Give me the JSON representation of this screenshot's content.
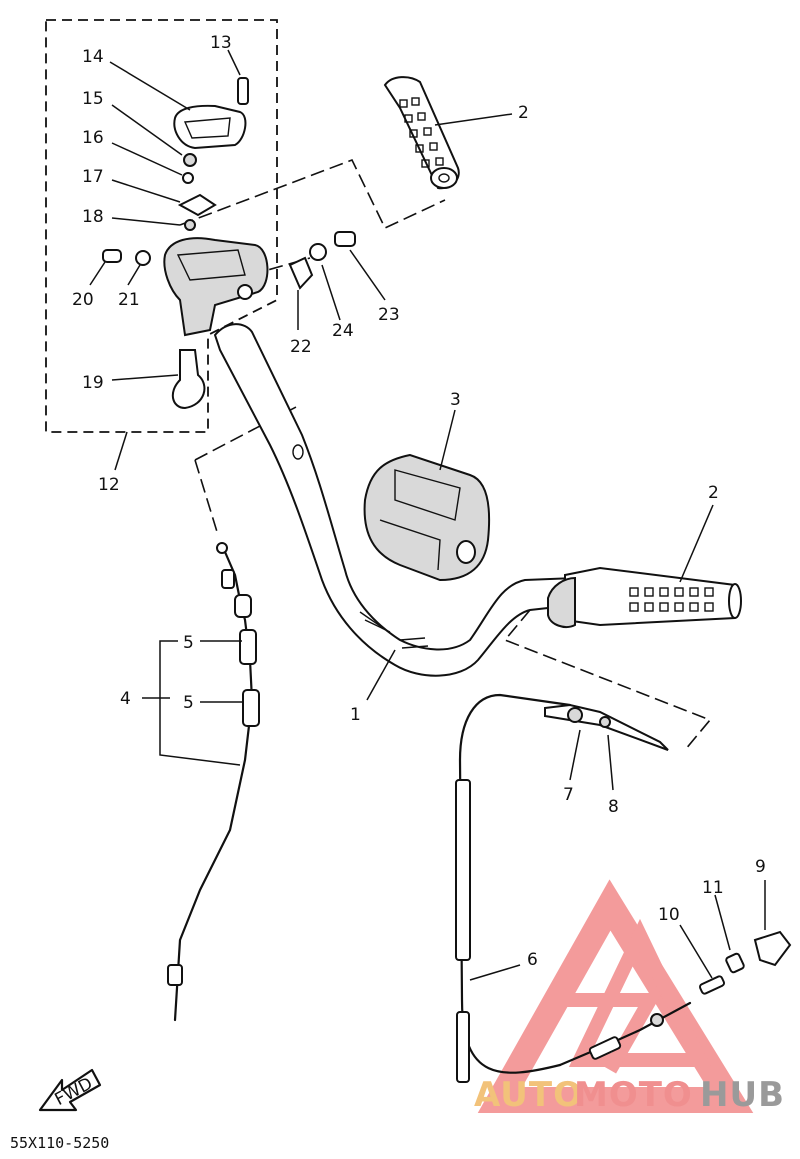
{
  "labels": {
    "l1": "1",
    "l2a": "2",
    "l2b": "2",
    "l3": "3",
    "l4": "4",
    "l5a": "5",
    "l5b": "5",
    "l6": "6",
    "l7": "7",
    "l8": "8",
    "l9": "9",
    "l10": "10",
    "l11": "11",
    "l12": "12",
    "l13": "13",
    "l14": "14",
    "l15": "15",
    "l16": "16",
    "l17": "17",
    "l18": "18",
    "l19": "19",
    "l20": "20",
    "l21": "21",
    "l22": "22",
    "l23": "23",
    "l24": "24"
  },
  "fwd_arrow": "FWD",
  "diagram_code": "55X110-5250",
  "watermark": {
    "part1": "AUTO",
    "part2": "MOTO",
    "part3": "HUB",
    "colors": {
      "auto": "#f2c27a",
      "moto": "#f08f8f",
      "hub": "#9a9a9a",
      "logo": "#f07a7a"
    }
  }
}
